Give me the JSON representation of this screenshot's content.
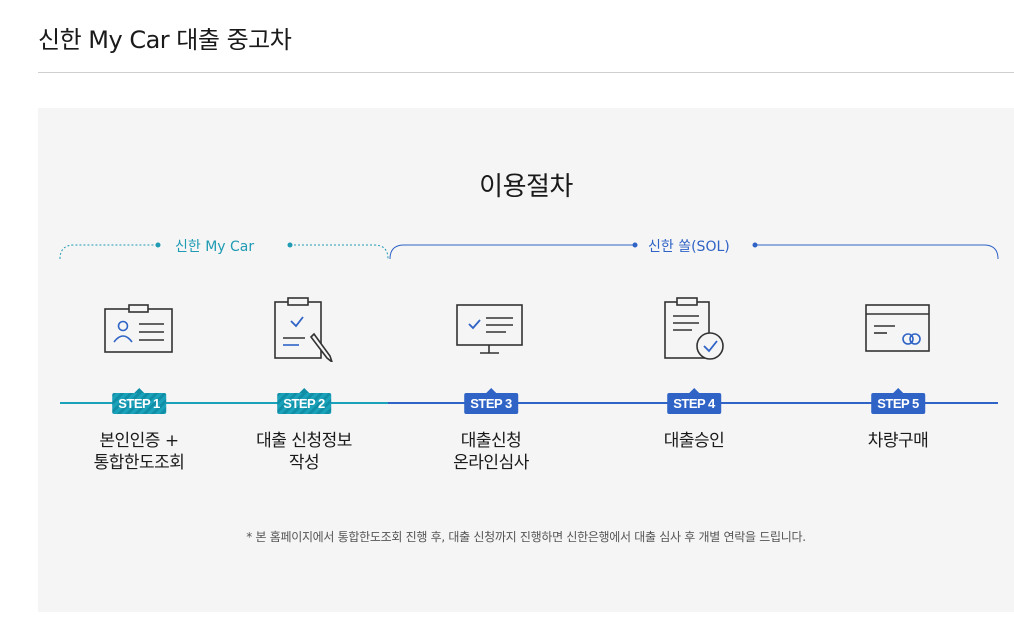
{
  "page": {
    "title": "신한 My Car 대출 중고차"
  },
  "section": {
    "title": "이용절차"
  },
  "groups": {
    "app1": {
      "label": "신한 My Car"
    },
    "app2": {
      "label": "신한 쏠(SOL)"
    }
  },
  "steps": [
    {
      "badge": "STEP 1",
      "line1": "본인인증 +",
      "line2": "통합한도조회",
      "icon": "id-card-icon"
    },
    {
      "badge": "STEP 2",
      "line1": "대출 신청정보",
      "line2": "작성",
      "icon": "clipboard-pen-icon"
    },
    {
      "badge": "STEP 3",
      "line1": "대출신청",
      "line2": "온라인심사",
      "icon": "monitor-check-icon"
    },
    {
      "badge": "STEP 4",
      "line1": "대출승인",
      "line2": "",
      "icon": "clipboard-approved-icon"
    },
    {
      "badge": "STEP 5",
      "line1": "차량구매",
      "line2": "",
      "icon": "credit-card-icon"
    }
  ],
  "colors": {
    "teal": "#1f9bb4",
    "blue": "#2f63c6",
    "panel": "#f5f5f5"
  },
  "footnote": "* 본 홈페이지에서 통합한도조회 진행 후, 대출 신청까지 진행하면 신한은행에서 대출 심사 후 개별 연락을 드립니다."
}
